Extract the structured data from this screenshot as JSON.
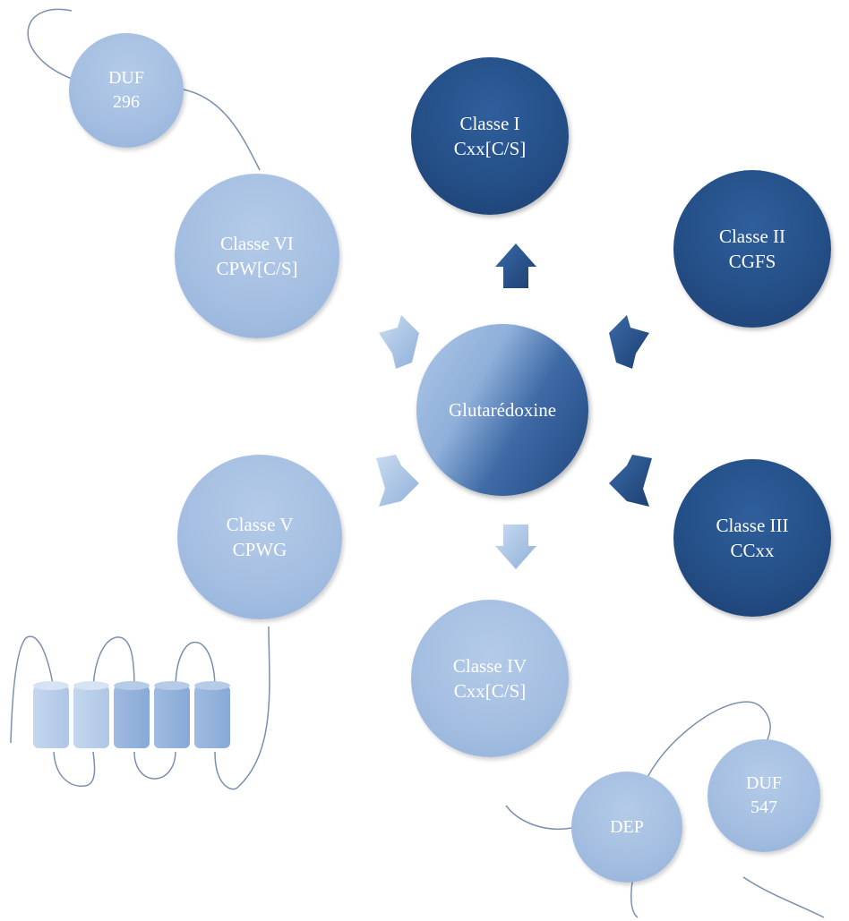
{
  "center": {
    "label": "Glutarédoxine"
  },
  "classes": [
    {
      "id": "classe-1",
      "name": "Classe I",
      "motif": "Cxx[C/S]",
      "color": "#244f87"
    },
    {
      "id": "classe-2",
      "name": "Classe II",
      "motif": "CGFS",
      "color": "#244f87"
    },
    {
      "id": "classe-3",
      "name": "Classe III",
      "motif": "CCxx",
      "color": "#244f87"
    },
    {
      "id": "classe-4",
      "name": "Classe IV",
      "motif": "Cxx[C/S]",
      "color": "#a5bfe2"
    },
    {
      "id": "classe-5",
      "name": "Classe V",
      "motif": "CPWG",
      "color": "#a5bfe2"
    },
    {
      "id": "classe-6",
      "name": "Classe VI",
      "motif": "CPW[C/S]",
      "color": "#a5bfe2"
    }
  ],
  "domains": {
    "duf296": {
      "line1": "DUF",
      "line2": "296"
    },
    "dep": {
      "label": "DEP"
    },
    "duf547": {
      "line1": "DUF",
      "line2": "547"
    }
  },
  "colors": {
    "dark": "#244f87",
    "light": "#a5bfe2",
    "connector": "#7a8fb0"
  }
}
